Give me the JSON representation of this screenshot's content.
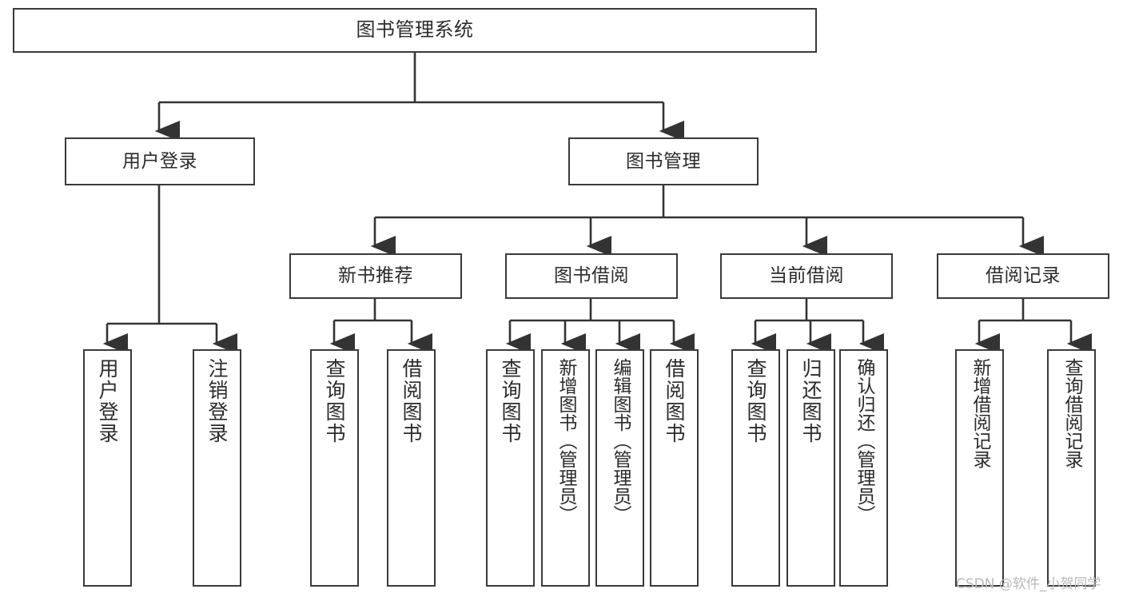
{
  "diagram": {
    "title": "图书管理系统",
    "type": "tree-hierarchy-diagram",
    "colors": {
      "box_border": "#3a3a3a",
      "box_fill": "#ffffff",
      "connector": "#333333",
      "text": "#2b2b2b",
      "watermark": "#b9b9b9",
      "background": "#ffffff"
    },
    "root": {
      "label": "图书管理系统"
    },
    "level2": [
      {
        "label": "用户登录"
      },
      {
        "label": "图书管理"
      }
    ],
    "level3": [
      {
        "label": "新书推荐"
      },
      {
        "label": "图书借阅"
      },
      {
        "label": "当前借阅"
      },
      {
        "label": "借阅记录"
      }
    ],
    "leaves": {
      "user_login": [
        {
          "label": "用户登录"
        },
        {
          "label": "注销登录"
        }
      ],
      "new_book_recommend": [
        {
          "label": "查询图书"
        },
        {
          "label": "借阅图书"
        }
      ],
      "book_borrow": [
        {
          "label": "查询图书"
        },
        {
          "label": "新增图书（管理员）"
        },
        {
          "label": "编辑图书（管理员）"
        },
        {
          "label": "借阅图书"
        }
      ],
      "current_borrow": [
        {
          "label": "查询图书"
        },
        {
          "label": "归还图书"
        },
        {
          "label": "确认归还（管理员）"
        }
      ],
      "borrow_record": [
        {
          "label": "新增借阅记录"
        },
        {
          "label": "查询借阅记录"
        }
      ]
    },
    "watermark": "CSDN @软件_小贺同学"
  }
}
